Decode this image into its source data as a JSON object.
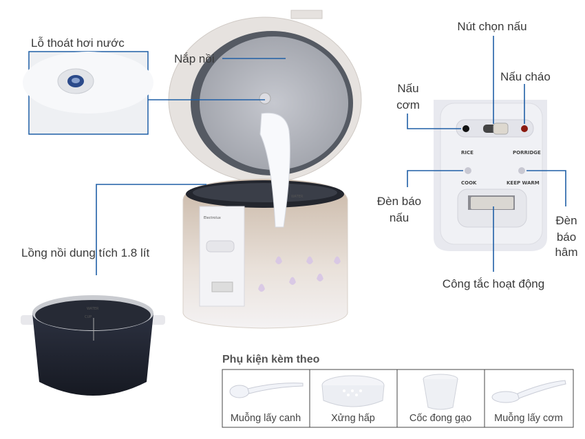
{
  "callouts": {
    "steam_vent": "Lỗ thoát hơi nước",
    "lid": "Nắp nồi",
    "inner_pot": "Lồng nồi dung tích 1.8 lít",
    "mode_selector": "Nút chọn nấu",
    "porridge": "Nấu cháo",
    "rice_line1": "Nấu",
    "rice_line2": "cơm",
    "cook_light_line1": "Đèn báo",
    "cook_light_line2": "nấu",
    "warm_light_line1": "Đèn",
    "warm_light_line2": "báo",
    "warm_light_line3": "hâm",
    "power_switch": "Công tắc hoạt động"
  },
  "panel": {
    "rice": "RICE",
    "porridge": "PORRIDGE",
    "cook": "COOK",
    "keep_warm": "KEEP WARM"
  },
  "product_markings": {
    "brand": "Electrolux",
    "water": "WATER",
    "cup": "CUP"
  },
  "accessories": {
    "title": "Phụ kiện kèm theo",
    "items": [
      {
        "label": "Muỗng lấy canh",
        "icon": "ladle"
      },
      {
        "label": "Xửng hấp",
        "icon": "steamer-tray"
      },
      {
        "label": "Cốc đong gạo",
        "icon": "measuring-cup"
      },
      {
        "label": "Muỗng lấy cơm",
        "icon": "rice-paddle"
      }
    ]
  },
  "colors": {
    "callout_line": "#1f5fa6",
    "led_porridge": "#8b1a10",
    "pot_interior": "#1e2230"
  }
}
